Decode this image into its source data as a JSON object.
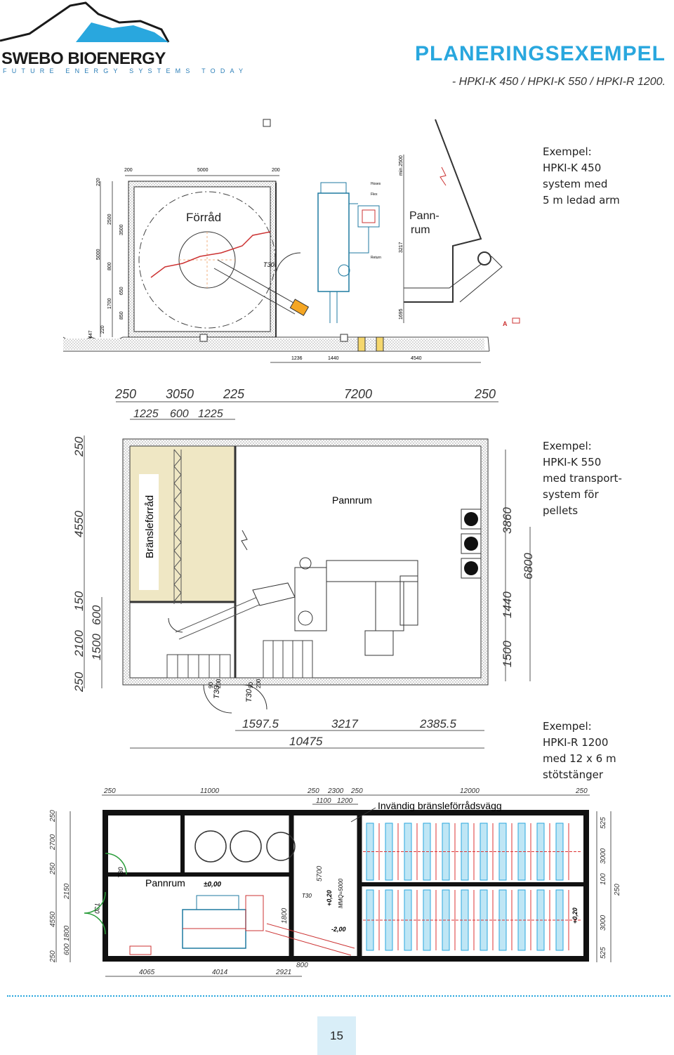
{
  "header": {
    "logo_text": "SWEBO BIOENERGY",
    "logo_tagline": "FUTURE ENERGY SYSTEMS TODAY",
    "title": "PLANERINGSEXEMPEL",
    "subtitle": "- HPKI-K 450 / HPKI-K 550 / HPKI-R 1200."
  },
  "colors": {
    "accent": "#29a7de",
    "page_box": "#d9eef8",
    "fuel_area": "#efe7c4"
  },
  "examples": [
    {
      "caption": [
        "Exempel:",
        "HPKI-K 450",
        "system med",
        "5 m ledad arm"
      ]
    },
    {
      "caption": [
        "Exempel:",
        "HPKI-K 550",
        "med transport-",
        "system för",
        "pellets"
      ]
    },
    {
      "caption": [
        "Exempel:",
        "HPKI-R 1200",
        "med 12 x 6 m",
        "stötstänger"
      ]
    }
  ],
  "drawing1": {
    "room_storage": "Förråd",
    "room_boiler_line1": "Pann-",
    "room_boiler_line2": "rum",
    "fire_label": "T30",
    "marker": "A",
    "label_hoses": "Hoses",
    "label_flex": "Flex",
    "label_return": "Return",
    "dims_top": [
      "200",
      "5000",
      "200"
    ],
    "dims_left": [
      "220",
      "5000",
      "2500",
      "3500",
      "800",
      "650",
      "1700",
      "850",
      "220",
      "447"
    ],
    "dims_right": [
      "min.2500",
      "3217",
      "1695"
    ],
    "dims_bottom": [
      "1236",
      "1440",
      "4540"
    ]
  },
  "drawing2": {
    "room_fuel": "Bränsleförråd",
    "room_boiler": "Pannrum",
    "fire_label_1": "T30",
    "fire_label_2": "T30",
    "door_dims_1": [
      "90",
      "200"
    ],
    "door_dims_2": [
      "90",
      "200"
    ],
    "dims_top": [
      "250",
      "3050",
      "225",
      "7200",
      "250"
    ],
    "dims_top2": [
      "1225",
      "600",
      "1225"
    ],
    "dims_left": [
      "250",
      "4550",
      "150",
      "2100",
      "600",
      "1500",
      "250"
    ],
    "dims_right": [
      "3860",
      "1440",
      "1500",
      "6800"
    ],
    "dims_bottom": [
      "1597.5",
      "3217",
      "2385.5"
    ],
    "dims_total": "10475"
  },
  "drawing3": {
    "room_boiler": "Pannrum",
    "wall_label": "Invändig bränsleförrådsvägg",
    "level_0": "±0,00",
    "level_1": "+0,20",
    "level_2": "-2,00",
    "level_3": "+0,20",
    "fire_label_1": "T30",
    "fire_label_2": "T30",
    "fire_label_3": "T30",
    "mmq": "MMQ=5000",
    "dims_top": [
      "250",
      "11000",
      "250",
      "2300",
      "250",
      "12000",
      "250"
    ],
    "dims_top2": [
      "1100",
      "1200"
    ],
    "dims_left": [
      "250",
      "2700",
      "250",
      "2150",
      "4550",
      "1800",
      "600",
      "250"
    ],
    "dims_right": [
      "525",
      "3000",
      "100",
      "3000",
      "525",
      "250"
    ],
    "dims_bottom": [
      "4065",
      "4014",
      "2921",
      "800"
    ],
    "dims_mid": [
      "5700",
      "1800"
    ]
  },
  "footer": {
    "page_number": "15"
  }
}
